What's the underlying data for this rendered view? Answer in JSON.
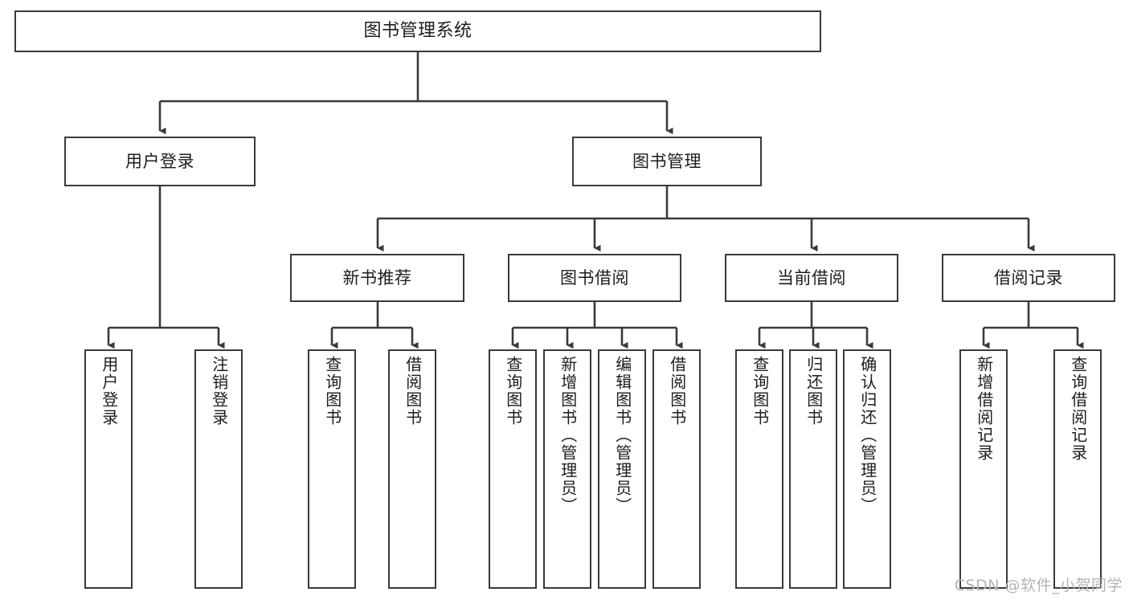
{
  "diagram": {
    "type": "tree-hierarchy-chart",
    "title": "图书管理系统",
    "stroke_color": "#3a3a3a",
    "background_color": "#ffffff",
    "text_color": "#1d1d1d",
    "root": {
      "label": "图书管理系统"
    },
    "level2": [
      {
        "label": "用户登录"
      },
      {
        "label": "图书管理"
      }
    ],
    "level3": [
      {
        "label": "新书推荐"
      },
      {
        "label": "图书借阅"
      },
      {
        "label": "当前借阅"
      },
      {
        "label": "借阅记录"
      }
    ],
    "leaves": {
      "user_login": [
        {
          "label": "用户登录"
        },
        {
          "label": "注销登录"
        }
      ],
      "new_book_recommend": [
        {
          "label": "查询图书"
        },
        {
          "label": "借阅图书"
        }
      ],
      "book_borrow": [
        {
          "label": "查询图书"
        },
        {
          "label": "新增图书（管理员）"
        },
        {
          "label": "编辑图书（管理员）"
        },
        {
          "label": "借阅图书"
        }
      ],
      "current_borrow": [
        {
          "label": "查询图书"
        },
        {
          "label": "归还图书"
        },
        {
          "label": "确认归还（管理员）"
        }
      ],
      "borrow_record": [
        {
          "label": "新增借阅记录"
        },
        {
          "label": "查询借阅记录"
        }
      ]
    }
  },
  "watermark": {
    "text": "CSDN @软件_小贺同学"
  }
}
